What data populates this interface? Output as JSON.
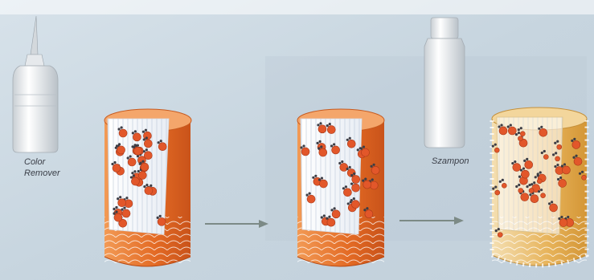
{
  "labels": {
    "color_remover_line1": "Color",
    "color_remover_line2": "Remover",
    "shampoo": "Szampon"
  },
  "colors": {
    "background": "#cfdbe4",
    "hair_orange": "#e36a24",
    "hair_treated": "#e7b35a",
    "pigment": "#e2572a",
    "molecule_dark": "#3d3d45",
    "arrow": "#7c8a86",
    "bottle": "#edf0f2"
  },
  "icons": [
    "dropper-bottle-icon",
    "shampoo-bottle-icon",
    "arrow-right-icon",
    "hair-strand-icon",
    "pigment-molecule-icon"
  ]
}
